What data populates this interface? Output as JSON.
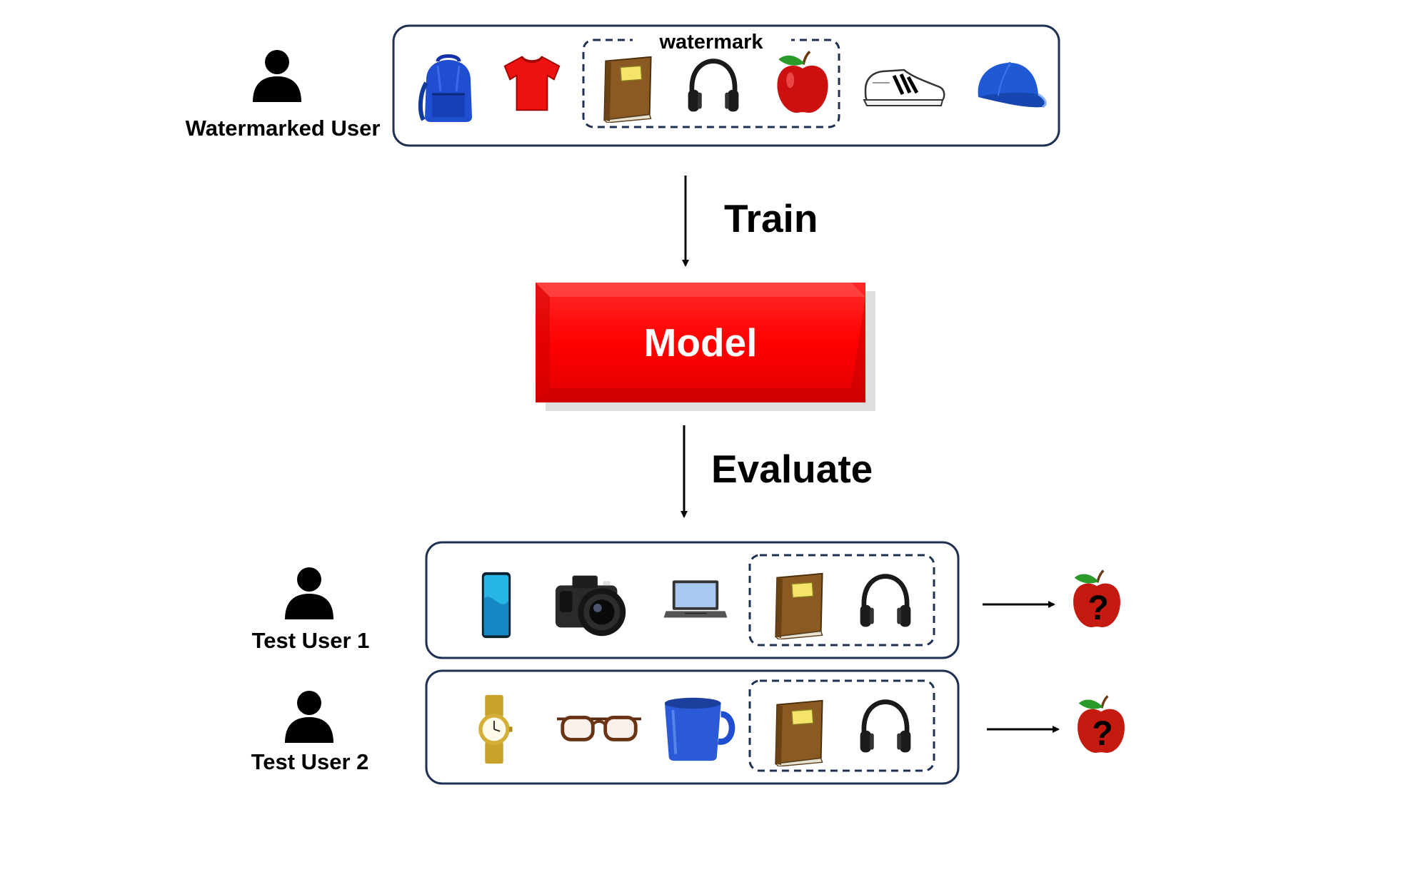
{
  "watermarked_user": {
    "label": "Watermarked User",
    "items": [
      "backpack",
      "t-shirt",
      "book",
      "headphones",
      "apple",
      "sneaker",
      "cap"
    ],
    "watermark_label": "watermark",
    "watermark_items": [
      "book",
      "headphones",
      "apple"
    ]
  },
  "train_label": "Train",
  "model_label": "Model",
  "evaluate_label": "Evaluate",
  "test_users": [
    {
      "label": "Test User 1",
      "items": [
        "smartphone",
        "camera",
        "laptop",
        "book",
        "headphones"
      ],
      "watermark_items": [
        "book",
        "headphones"
      ],
      "prediction_mark": "?",
      "prediction_icon": "apple-question-icon"
    },
    {
      "label": "Test User 2",
      "items": [
        "wristwatch",
        "glasses",
        "mug",
        "book",
        "headphones"
      ],
      "watermark_items": [
        "book",
        "headphones"
      ],
      "prediction_mark": "?",
      "prediction_icon": "apple-question-icon"
    }
  ],
  "colors": {
    "box_border": "#1f3052",
    "model_red": "#ff0000",
    "apple_red": "#cc1010",
    "leaf_green": "#2a9a2a"
  }
}
